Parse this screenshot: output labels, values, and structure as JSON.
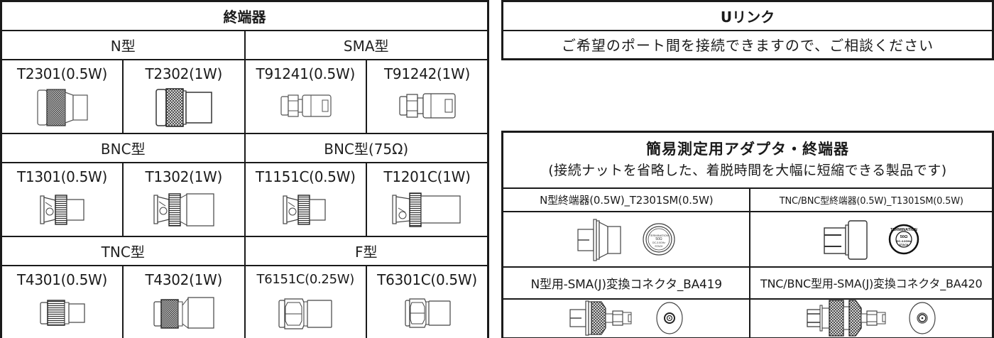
{
  "terminators": {
    "title": "終端器",
    "groups": [
      {
        "type_label": "N型",
        "subgroups": [],
        "products": []
      }
    ],
    "rows": [
      {
        "types": [
          {
            "label": "N型"
          },
          {
            "label": "SMA型"
          }
        ],
        "products": [
          {
            "name": "T2301(0.5W)",
            "icon": "n-type-terminator-icon"
          },
          {
            "name": "T2302(1W)",
            "icon": "n-type-terminator-1w-icon"
          },
          {
            "name": "T91241(0.5W)",
            "icon": "sma-terminator-icon"
          },
          {
            "name": "T91242(1W)",
            "icon": "sma-terminator-1w-icon"
          }
        ]
      },
      {
        "types": [
          {
            "label": "BNC型"
          },
          {
            "label": "BNC型(75Ω)"
          }
        ],
        "products": [
          {
            "name": "T1301(0.5W)",
            "icon": "bnc-terminator-icon"
          },
          {
            "name": "T1302(1W)",
            "icon": "bnc-terminator-1w-icon"
          },
          {
            "name": "T1151C(0.5W)",
            "icon": "bnc75-terminator-icon"
          },
          {
            "name": "T1201C(1W)",
            "icon": "bnc75-terminator-1w-icon"
          }
        ]
      },
      {
        "types": [
          {
            "label": "TNC型"
          },
          {
            "label": "F型"
          }
        ],
        "products": [
          {
            "name": "T4301(0.5W)",
            "icon": "tnc-terminator-icon"
          },
          {
            "name": "T4302(1W)",
            "icon": "tnc-terminator-1w-icon"
          },
          {
            "name": "T6151C(0.25W)",
            "icon": "f-terminator-icon"
          },
          {
            "name": "T6301C(0.5W)",
            "icon": "f-terminator-05w-icon"
          }
        ]
      }
    ]
  },
  "ulink": {
    "title": "Uリンク",
    "description": "ご希望のポート間を接続できますので、ご相談ください"
  },
  "adapters": {
    "title": "簡易測定用アダプタ・終端器",
    "subtitle": "(接続ナットを省略した、着脱時間を大幅に短縮できる製品です)",
    "items": [
      {
        "label": "N型終端器(0.5W)_T2301SM(0.5W)",
        "icon": "n-quick-terminator-icon"
      },
      {
        "label": "TNC/BNC型終端器(0.5W)_T1301SM(0.5W)",
        "icon": "tnc-bnc-quick-terminator-icon"
      },
      {
        "label": "N型用-SMA(J)変換コネクタ_BA419",
        "icon": "n-sma-adapter-icon"
      },
      {
        "label": "TNC/BNC型用-SMA(J)変換コネクタ_BA420",
        "icon": "tnc-bnc-sma-adapter-icon"
      }
    ],
    "badge": {
      "line1": "TERMINATION",
      "line2": "50Ω",
      "line3": "DC-3.0GHz",
      "line4": "STACK"
    }
  },
  "colors": {
    "border": "#1a1a1a",
    "text": "#1a1a1a",
    "background": "#ffffff",
    "drawing_stroke": "#555555",
    "knurl_fill": "#444444"
  }
}
